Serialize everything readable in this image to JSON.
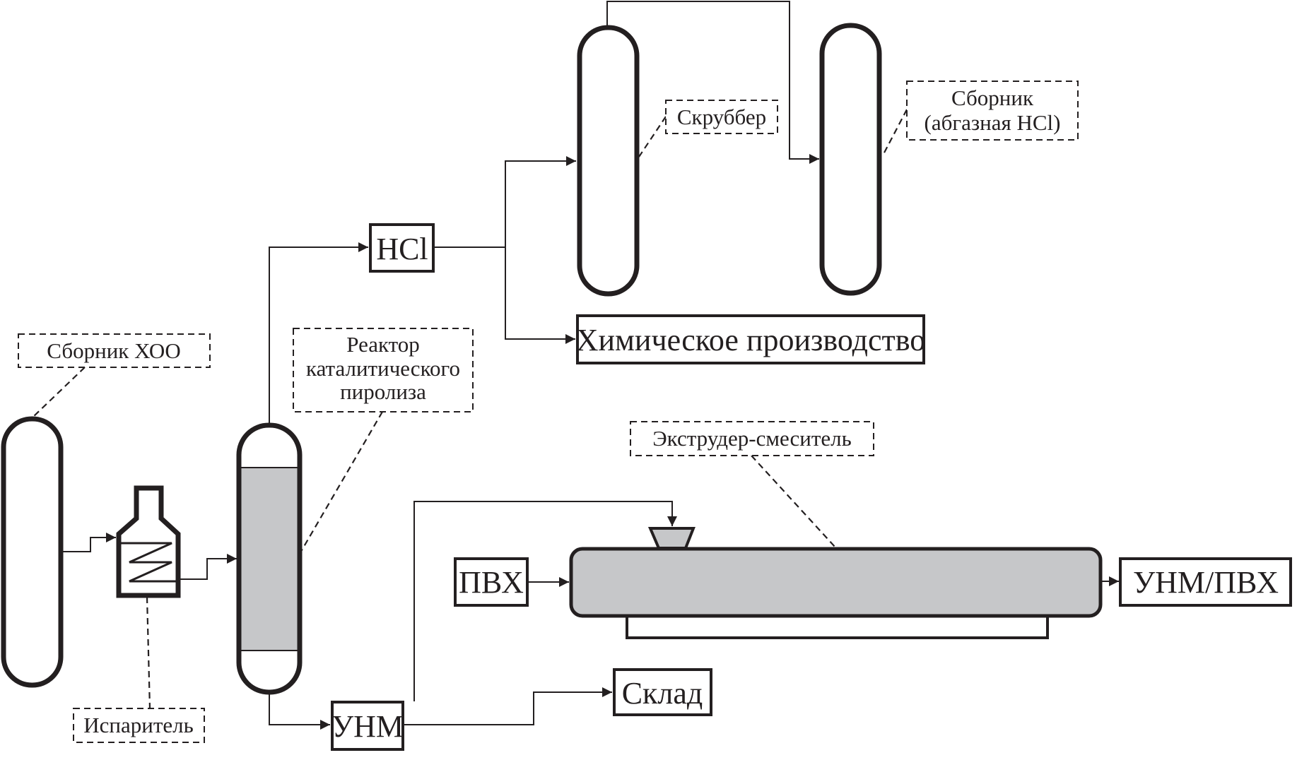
{
  "diagram": {
    "title": "Process flow: catalytic pyrolysis of organochlorine waste",
    "labels": {
      "collector_hoo": "Сборник ХОО",
      "evaporator": "Испаритель",
      "reactor_line1": "Реактор",
      "reactor_line2": "каталитического",
      "reactor_line3": "пиролиза",
      "scrubber": "Скруббер",
      "collector_hcl_line1": "Сборник",
      "collector_hcl_line2": "(абгазная HCl)",
      "extruder": "Экструдер-смеситель"
    },
    "boxes": {
      "hcl": "HCl",
      "chemical_production": "Химическое производство",
      "unm": "УНМ",
      "warehouse": "Склад",
      "pvc": "ПВХ",
      "unm_pvc": "УНМ/ПВХ"
    },
    "colors": {
      "line": "#231f20",
      "fill_gray": "#c6c7c9",
      "background": "#ffffff"
    }
  }
}
